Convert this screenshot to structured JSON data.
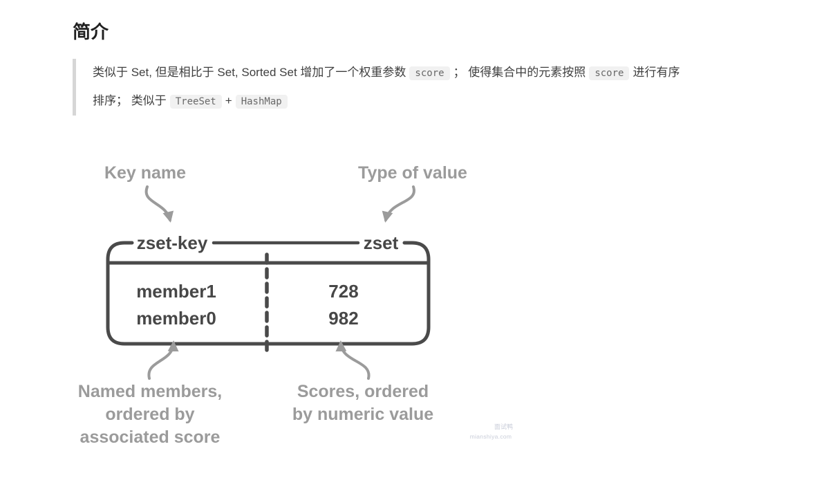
{
  "heading": "简介",
  "blockquote": {
    "segments": [
      {
        "type": "text",
        "text": "类似于 Set, 但是相比于 Set, Sorted Set 增加了一个权重参数"
      },
      {
        "type": "code",
        "text": "score"
      },
      {
        "type": "text",
        "text": "； 使得集合中的元素按照"
      },
      {
        "type": "code",
        "text": "score"
      },
      {
        "type": "text",
        "text": "进行有序"
      },
      {
        "type": "text",
        "text": "排序； 类似于"
      },
      {
        "type": "code",
        "text": "TreeSet"
      },
      {
        "type": "text",
        "text": "+"
      },
      {
        "type": "code",
        "text": "HashMap"
      }
    ]
  },
  "diagram": {
    "key_name_label": "Key name",
    "type_of_value_label": "Type of value",
    "key": "zset-key",
    "type": "zset",
    "rows": [
      {
        "member": "member1",
        "score": "728"
      },
      {
        "member": "member0",
        "score": "982"
      }
    ],
    "members_annotation": [
      "Named members,",
      "ordered by",
      "associated score"
    ],
    "scores_annotation": [
      "Scores, ordered",
      "by numeric value"
    ]
  },
  "watermark": {
    "line1": "面试鸭",
    "line2": "mianshiya.com"
  },
  "colors": {
    "heading_text": "#1f1f1f",
    "body_text": "#3f3f3f",
    "quote_border": "#d6d6d6",
    "code_bg": "#f1f1f1",
    "diagram_dark": "#4a4a4a",
    "diagram_gray": "#9b9b9b"
  }
}
